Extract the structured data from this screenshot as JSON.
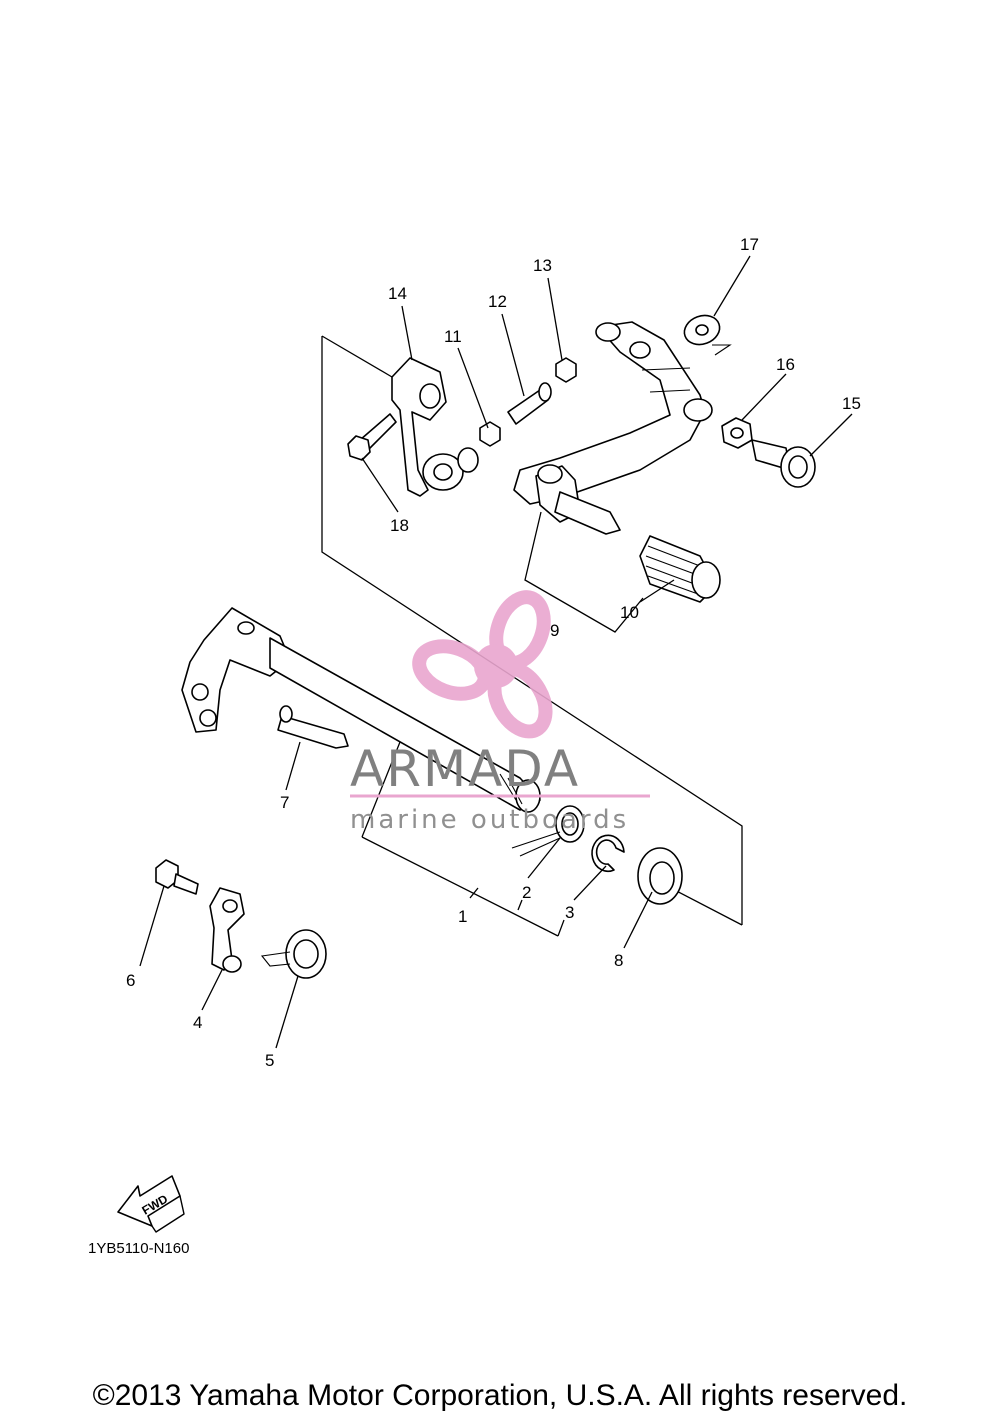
{
  "callouts": [
    "1",
    "2",
    "3",
    "4",
    "5",
    "6",
    "7",
    "8",
    "9",
    "10",
    "11",
    "12",
    "13",
    "14",
    "15",
    "16",
    "17",
    "18"
  ],
  "watermark": {
    "brand": "ARMADA",
    "tagline": "marine outboards",
    "color": "#e9a6cf"
  },
  "fwd_label": "FWD",
  "diagram_code": "1YB5110-N160",
  "copyright": "©2013 Yamaha Motor Corporation, U.S.A. All rights reserved."
}
